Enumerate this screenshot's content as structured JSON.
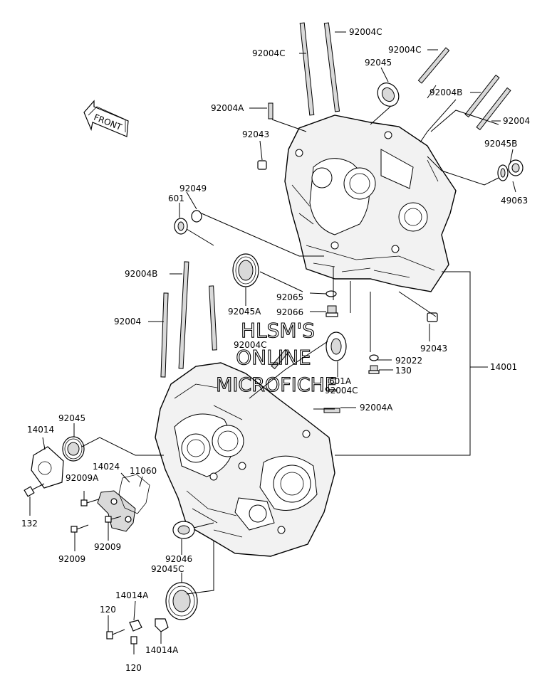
{
  "watermark": {
    "line1": "HLSM'S",
    "line2": "ONLINE",
    "line3": "MICROFICHE"
  },
  "front_arrow": {
    "label": "FRONT"
  },
  "callouts": [
    {
      "id": "c-92004c-top",
      "text": "92004C"
    },
    {
      "id": "c-92004c-left",
      "text": "92004C"
    },
    {
      "id": "c-92004c-right",
      "text": "92004C"
    },
    {
      "id": "c-92045-top",
      "text": "92045"
    },
    {
      "id": "c-92004b-top",
      "text": "92004B"
    },
    {
      "id": "c-92004a-top",
      "text": "92004A"
    },
    {
      "id": "c-92004-right",
      "text": "92004"
    },
    {
      "id": "c-92043-top",
      "text": "92043"
    },
    {
      "id": "c-92045b",
      "text": "92045B"
    },
    {
      "id": "c-49063",
      "text": "49063"
    },
    {
      "id": "c-92049",
      "text": "92049"
    },
    {
      "id": "c-601",
      "text": "601"
    },
    {
      "id": "c-92004b-left",
      "text": "92004B"
    },
    {
      "id": "c-92004-left",
      "text": "92004"
    },
    {
      "id": "c-92045a",
      "text": "92045A"
    },
    {
      "id": "c-92065",
      "text": "92065"
    },
    {
      "id": "c-92066",
      "text": "92066"
    },
    {
      "id": "c-92004c-mid",
      "text": "92004C"
    },
    {
      "id": "c-92043-right",
      "text": "92043"
    },
    {
      "id": "c-92022",
      "text": "92022"
    },
    {
      "id": "c-130",
      "text": "130"
    },
    {
      "id": "c-14001",
      "text": "14001"
    },
    {
      "id": "c-601a",
      "text": "601A"
    },
    {
      "id": "c-92004c-low",
      "text": "92004C"
    },
    {
      "id": "c-92004a-low",
      "text": "92004A"
    },
    {
      "id": "c-92045-left",
      "text": "92045"
    },
    {
      "id": "c-14014",
      "text": "14014"
    },
    {
      "id": "c-14024",
      "text": "14024"
    },
    {
      "id": "c-11060",
      "text": "11060"
    },
    {
      "id": "c-92009a",
      "text": "92009A"
    },
    {
      "id": "c-132",
      "text": "132"
    },
    {
      "id": "c-92009-a",
      "text": "92009"
    },
    {
      "id": "c-92009-b",
      "text": "92009"
    },
    {
      "id": "c-92046",
      "text": "92046"
    },
    {
      "id": "c-92045c",
      "text": "92045C"
    },
    {
      "id": "c-14014a-top",
      "text": "14014A"
    },
    {
      "id": "c-120-top",
      "text": "120"
    },
    {
      "id": "c-14014a-low",
      "text": "14014A"
    },
    {
      "id": "c-120-low",
      "text": "120"
    }
  ]
}
